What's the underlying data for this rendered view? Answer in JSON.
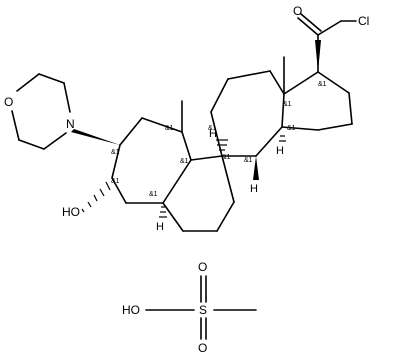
{
  "atoms": {
    "O_ketone": "O",
    "Cl": "Cl",
    "O_morpholine": "O",
    "N_morpholine": "N",
    "HO_3": "HO",
    "H_5": "H",
    "H_8": "H",
    "H_9": "H",
    "H_14": "H",
    "HO_sulfonic": "HO",
    "S": "S",
    "O_s_top": "O",
    "O_s_bottom": "O"
  },
  "stereo_label": "&1"
}
